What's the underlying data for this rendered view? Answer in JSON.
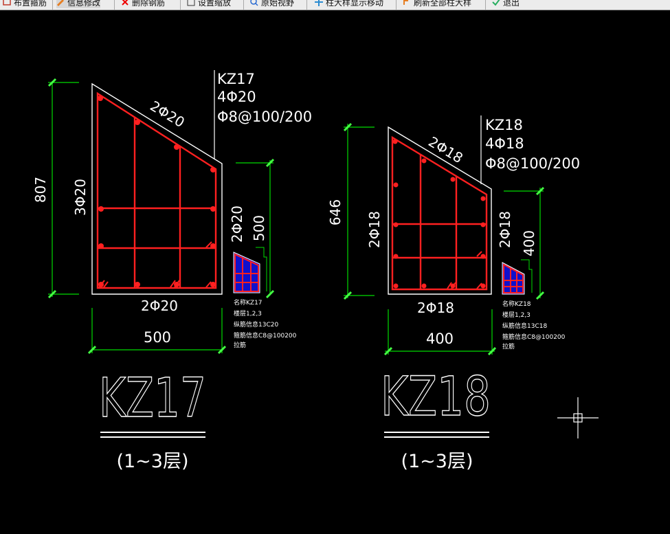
{
  "toolbar": {
    "items": [
      {
        "label": "布置箍筋",
        "icon": "rebar-icon"
      },
      {
        "label": "信息修改",
        "icon": "edit-info-icon",
        "active": true
      },
      {
        "label": "删除钢筋",
        "icon": "delete-x-icon"
      },
      {
        "label": "设置缩放",
        "icon": "zoom-icon"
      },
      {
        "label": "原始视野",
        "icon": "original-view-icon"
      },
      {
        "label": "柱大样显示移动",
        "icon": "move-icon"
      },
      {
        "label": "刷新全部柱大样",
        "icon": "refresh-icon"
      },
      {
        "label": "退出",
        "icon": "exit-check-icon"
      }
    ]
  },
  "colors": {
    "background": "#000000",
    "outline": "#ffffff",
    "rebar": "#ff2020",
    "dimension": "#00dd00",
    "dim_tick": "#44ff44",
    "thumb_fill": "#1010cc",
    "text": "#ffffff"
  },
  "details": [
    {
      "name": "KZ17",
      "callout": [
        "KZ17",
        "4Φ20",
        "Φ8@100/200"
      ],
      "top_label": "2Φ20",
      "left_label": "3Φ20",
      "bottom_label": "2Φ20",
      "right_label": "2Φ20",
      "height_dim": "807",
      "width_dim": "500",
      "right_dim": "500",
      "info": [
        "名称KZ17",
        "楼层1,2,3",
        "纵筋信息13C20",
        "箍筋信息C8@100200",
        "拉筋"
      ],
      "big_title": "KZ17",
      "floors": "(1~3层)"
    },
    {
      "name": "KZ18",
      "callout": [
        "KZ18",
        "4Φ18",
        "Φ8@100/200"
      ],
      "top_label": "2Φ18",
      "left_label": "2Φ18",
      "bottom_label": "2Φ18",
      "right_label": "2Φ18",
      "height_dim": "646",
      "width_dim": "400",
      "right_dim": "400",
      "info": [
        "名称KZ18",
        "楼层1,2,3",
        "纵筋信息13C18",
        "箍筋信息C8@100200",
        "拉筋"
      ],
      "big_title": "KZ18",
      "floors": "(1~3层)"
    }
  ]
}
